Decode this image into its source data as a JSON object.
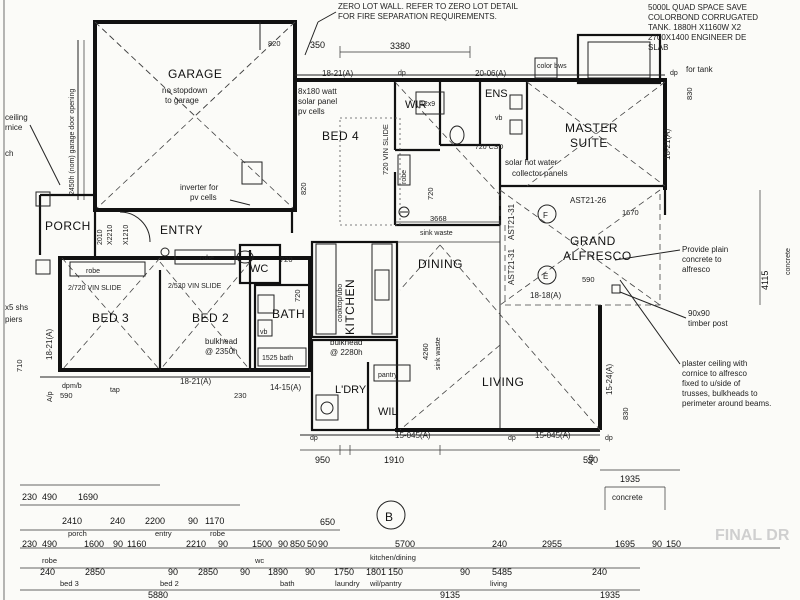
{
  "rooms": {
    "garage": "GARAGE",
    "garage_note1": "no stopdown",
    "garage_note2": "to garage",
    "bed4": "BED 4",
    "wir": "WIR",
    "ens": "ENS",
    "master1": "MASTER",
    "master2": "SUITE",
    "porch": "PORCH",
    "entry": "ENTRY",
    "wc": "WC",
    "bed3": "BED 3",
    "bed2": "BED 2",
    "bath": "BATH",
    "kitchen": "KITCHEN",
    "dining": "DINING",
    "grand1": "GRAND",
    "grand2": "ALFRESCO",
    "living": "LIVING",
    "laundry": "L'DRY",
    "wil": "WIL",
    "pantry": "pantry"
  },
  "notes": {
    "zero_lot1": "ZERO LOT WALL. REFER TO ZERO LOT DETAIL",
    "zero_lot2": "FOR FIRE SEPARATION REQUIREMENTS.",
    "tank1": "5000L QUAD SPACE SAVE",
    "tank2": "COLORBOND CORRUGATED",
    "tank3": "TANK. 1880H X1160W X2",
    "tank4": "2700X1400 ENGINEER DE",
    "tank5": "SLAB",
    "for_tank": "for tank",
    "solar1": "8x180 watt",
    "solar2": "solar panel",
    "solar3": "pv cells",
    "inverter1": "inverter for",
    "inverter2": "pv cells",
    "solar_hw1": "solar hot water",
    "solar_hw2": "collector panels",
    "garage_door": "2450h (nom) garage door opening",
    "ceiling1": "ceiling",
    "ceiling2": "rnice",
    "ch": "ch",
    "sink_waste_top": "sink waste",
    "sink_waste_v": "sink waste",
    "cooktop": "cooktop/ubo",
    "bulkhead_b2a": "bulkhead",
    "bulkhead_b2b": "@ 2350h",
    "bulkhead_k1": "bulkhead",
    "bulkhead_k2": "@ 2280h",
    "bath1525": "1525 bath",
    "robe": "robe",
    "vin_slide_a": "2/720 VIN SLIDE",
    "vin_slide_b": "2/520 VIN SLIDE",
    "vin_slide_c": "720 VIN SLIDE",
    "csd": "720 CSD",
    "shs": "x5 shs",
    "piers": "piers",
    "vb": "vb",
    "dp": "dp",
    "ap": "A/p",
    "tap": "tap",
    "mb": "m/b",
    "provide1": "Provide plain",
    "provide2": "concrete to",
    "provide3": "alfresco",
    "timber1": "90x90",
    "timber2": "timber post",
    "plaster1": "plaster ceiling with",
    "plaster2": "cornice to alfresco",
    "plaster3": "fixed to u/side of",
    "plaster4": "trusses, bulkheads to",
    "plaster5": "perimeter around beams.",
    "color_bws": "color bws",
    "concrete_v": "concrete",
    "concrete_h": "concrete",
    "final": "FINAL DR",
    "section_mark": "B",
    "window_f": "F",
    "window_e": "E"
  },
  "codes": {
    "w_18_21_top": "18-21(A)",
    "w_20_06": "20-06(A)",
    "w_18_21_right": "18-21(A)",
    "w_18_18": "18-18(A)",
    "w_ast21_26": "AST21-26",
    "w_ast21_31a": "AST21-31",
    "w_ast21_31b": "AST21-31",
    "w_15_24": "15-24(A)",
    "w_15_045_a": "15-045(A)",
    "w_15_045_b": "15-045(A)",
    "w_18_21_bot": "18-21(A)",
    "w_14_15": "14-15(A)",
    "w_18_21_left": "18-21(A)",
    "w_2010": "2010",
    "w_2210": "X2210",
    "w_1210": "X1210",
    "w_12x9": "12x9"
  },
  "dims": {
    "d820_top": "820",
    "d350": "350",
    "d3380": "3380",
    "d830_top": "830",
    "d820_bed4": "820",
    "d720_bed4": "720",
    "d3668": "3668",
    "d1670": "1670",
    "d590_alf": "590",
    "d4115": "4115",
    "d720_wc": "720",
    "d720_b2": "720",
    "d4260": "4260",
    "d830_bot": "830",
    "d710": "710",
    "d590_left": "590",
    "d230_left": "230",
    "d950": "950",
    "d1910": "1910",
    "d590_r": "590",
    "d1935_a": "1935",
    "d1935_b": "1935",
    "r1": [
      "230",
      "490",
      "1690"
    ],
    "r2": [
      "2410",
      "240",
      "2200",
      "90",
      "1170"
    ],
    "r2_sub": [
      "porch",
      "entry",
      "robe"
    ],
    "r3": [
      "230",
      "490",
      "1600",
      "90",
      "1160",
      "2210",
      "90",
      "1500",
      "90",
      "850",
      "50",
      "90"
    ],
    "r3_650": "650",
    "r3_kd": "5700",
    "r3_240": "240",
    "r3_2955": "2955",
    "r3_1695": "1695",
    "r3_90": "90",
    "r3_150": "150",
    "r3_sub": [
      "robe",
      "wc",
      "kitchen/dining"
    ],
    "r4": [
      "240",
      "2850",
      "90",
      "2850",
      "90",
      "1890",
      "90",
      "1750",
      "1801",
      "150",
      "90",
      "5485",
      "240"
    ],
    "r4_sub": [
      "bed 3",
      "bed 2",
      "bath",
      "laundry",
      "wil/pantry",
      "living"
    ],
    "r5": [
      "5880",
      "9135"
    ]
  }
}
